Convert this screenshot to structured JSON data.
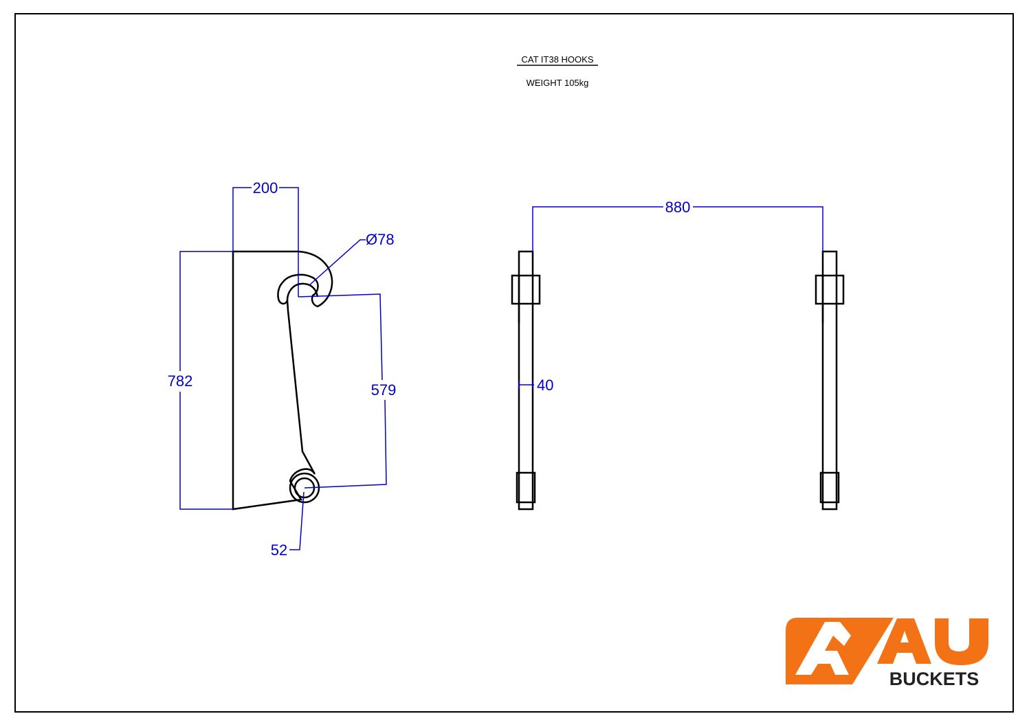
{
  "title": "CAT IT38 HOOKS",
  "weight": "WEIGHT 105kg",
  "dimensions": {
    "width": "200",
    "pin_diameter": "Ø78",
    "height": "782",
    "pin_spacing": "579",
    "lower_pin": "52",
    "spread": "880",
    "thickness": "40"
  },
  "logo": {
    "letters": "AU",
    "subtitle": "BUCKETS",
    "color": "#f47216"
  }
}
